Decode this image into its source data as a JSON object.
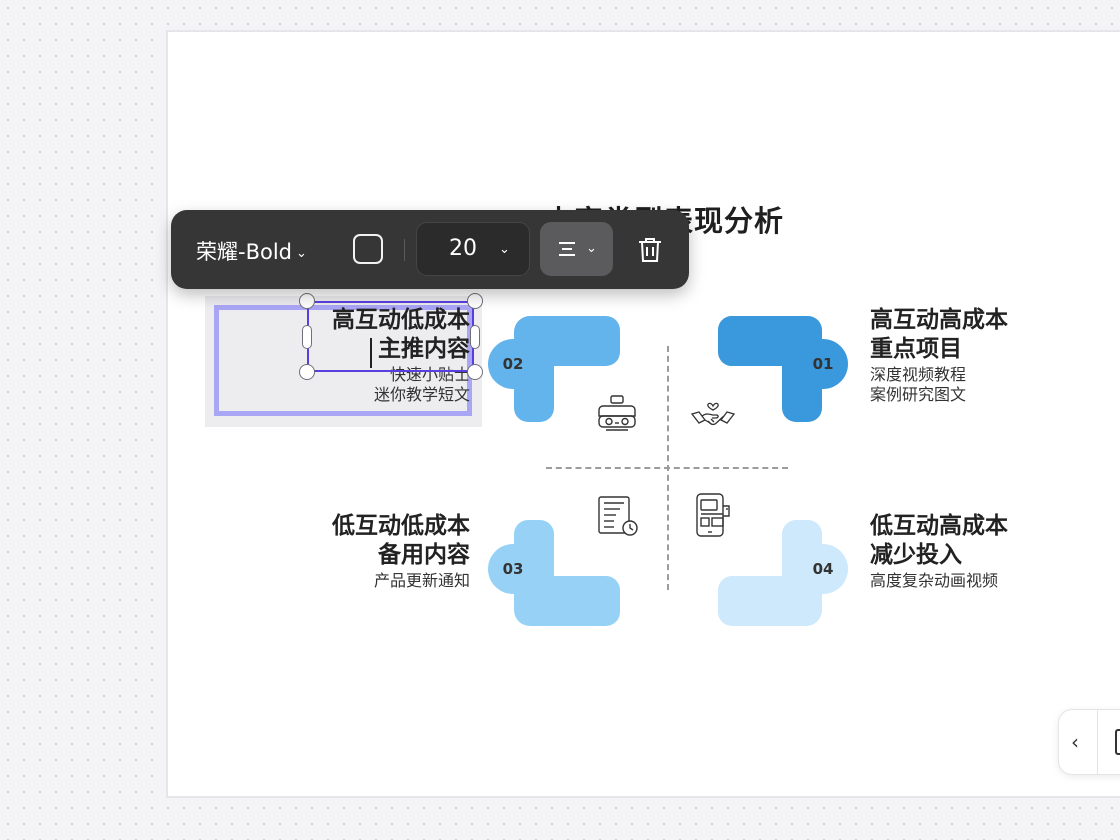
{
  "slide": {
    "title": "内容类型表现分析",
    "colors": {
      "q01": "#3a98dd",
      "q02": "#63b4ec",
      "q03": "#97d2f6",
      "q04": "#cde9fb"
    },
    "quadrants": [
      {
        "number": "01",
        "heading_line1": "高互动高成本",
        "heading_line2": "重点项目",
        "sub_line1": "深度视频教程",
        "sub_line2": "案例研究图文",
        "icon": "handshake-icon"
      },
      {
        "number": "02",
        "heading_line1": "高互动低成本",
        "heading_line2": "主推内容",
        "sub_line1": "快速小贴士",
        "sub_line2": "迷你教学短文",
        "icon": "vr-headset-icon"
      },
      {
        "number": "03",
        "heading_line1": "低互动低成本",
        "heading_line2": "备用内容",
        "sub_line1": "产品更新通知",
        "icon": "document-clock-icon"
      },
      {
        "number": "04",
        "heading_line1": "低互动高成本",
        "heading_line2": "减少投入",
        "sub_line1": "高度复杂动画视频",
        "icon": "mobile-layout-icon"
      }
    ]
  },
  "toolbar": {
    "font_name": "荣耀-Bold",
    "font_size": "20",
    "chevron": "⌄",
    "icons": [
      "color-swatch-icon",
      "align-center-icon",
      "trash-icon"
    ]
  },
  "nav": {
    "prev": "‹",
    "icons": [
      "chevron-left-icon",
      "page-icon"
    ]
  }
}
